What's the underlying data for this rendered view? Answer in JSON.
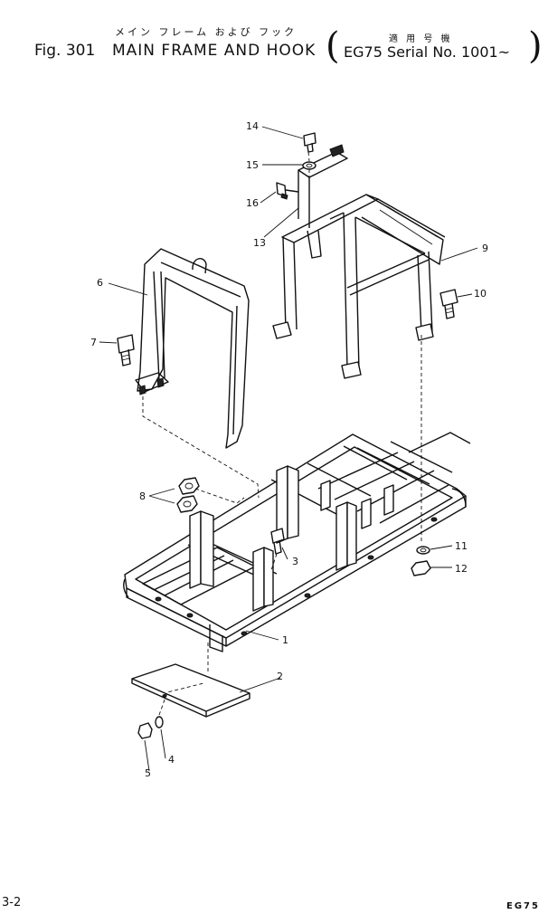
{
  "header": {
    "title_jp": "メイン フレーム および フック",
    "fig_label": "Fig. 301",
    "title": "MAIN FRAME AND HOOK",
    "applicable_jp": "適 用 号 機",
    "serial": "EG75 Serial No. 1001~",
    "paren_open": "(",
    "paren_close": ")"
  },
  "callouts": [
    {
      "id": "c1",
      "label": "1"
    },
    {
      "id": "c2",
      "label": "2"
    },
    {
      "id": "c3",
      "label": "3"
    },
    {
      "id": "c4",
      "label": "4"
    },
    {
      "id": "c5",
      "label": "5"
    },
    {
      "id": "c6",
      "label": "6"
    },
    {
      "id": "c7",
      "label": "7"
    },
    {
      "id": "c8",
      "label": "8"
    },
    {
      "id": "c9",
      "label": "9"
    },
    {
      "id": "c10",
      "label": "10"
    },
    {
      "id": "c11",
      "label": "11"
    },
    {
      "id": "c12",
      "label": "12"
    },
    {
      "id": "c13",
      "label": "13"
    },
    {
      "id": "c14",
      "label": "14"
    },
    {
      "id": "c15",
      "label": "15"
    },
    {
      "id": "c16",
      "label": "16"
    }
  ],
  "footer": {
    "page": "3-2",
    "model": "EG75"
  }
}
